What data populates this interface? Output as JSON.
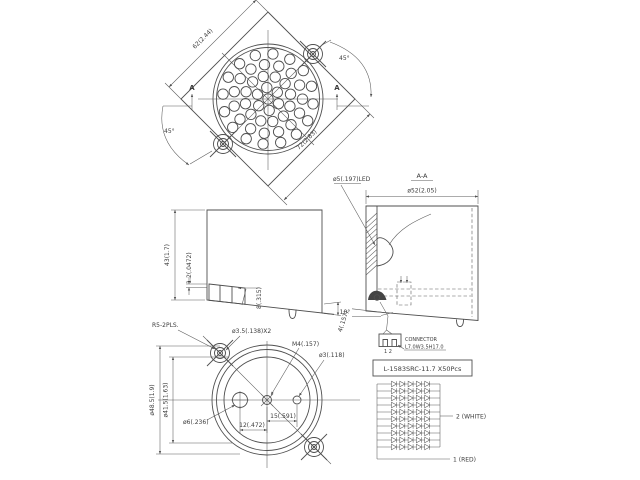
{
  "drawing": {
    "background": "#ffffff",
    "line_color": "#4f4f4f",
    "text_color": "#3c3c3c"
  },
  "top_view": {
    "dim_side": "62(2.44)",
    "dim_span": "72(2.83)",
    "angle_left": "45°",
    "angle_right": "45°",
    "section_marker": "A",
    "led_rings": [
      1,
      6,
      12,
      15,
      16
    ]
  },
  "side_view": {
    "dim_height": "43(1.7)",
    "dim_step": "1.2(.0472)",
    "dim_block": "8(.315)",
    "dim_base": "4(.157)",
    "label_radius": "R5-2PLS.",
    "label_ear_holes": "ø3.5(.138)X2",
    "label_center_screw": "M4(.157)"
  },
  "section_view": {
    "title": "A-A",
    "dim_width": "ø52(2.05)",
    "label_led": "ø5(.197)LED",
    "angle_base": "10°",
    "connector_label": "CONNECTOR",
    "connector_size": "L7.0W3.5H17.0",
    "connector_pins": "1 2"
  },
  "bottom_view": {
    "dim_outer": "ø48.5(1.9)",
    "dim_inner": "ø41.5(1.63)",
    "label_hole_left": "ø6(.236)",
    "label_hole_right": "ø3(.118)",
    "dim_hole_left": "12(.472)",
    "dim_hole_right": "15(.591)"
  },
  "wiring": {
    "title": "L-1583SRC-11.7 X50Pcs",
    "rows": 10,
    "diodes_per_row": 5,
    "label_wire2": "2 (WHITE)",
    "label_wire1": "1 (RED)"
  }
}
